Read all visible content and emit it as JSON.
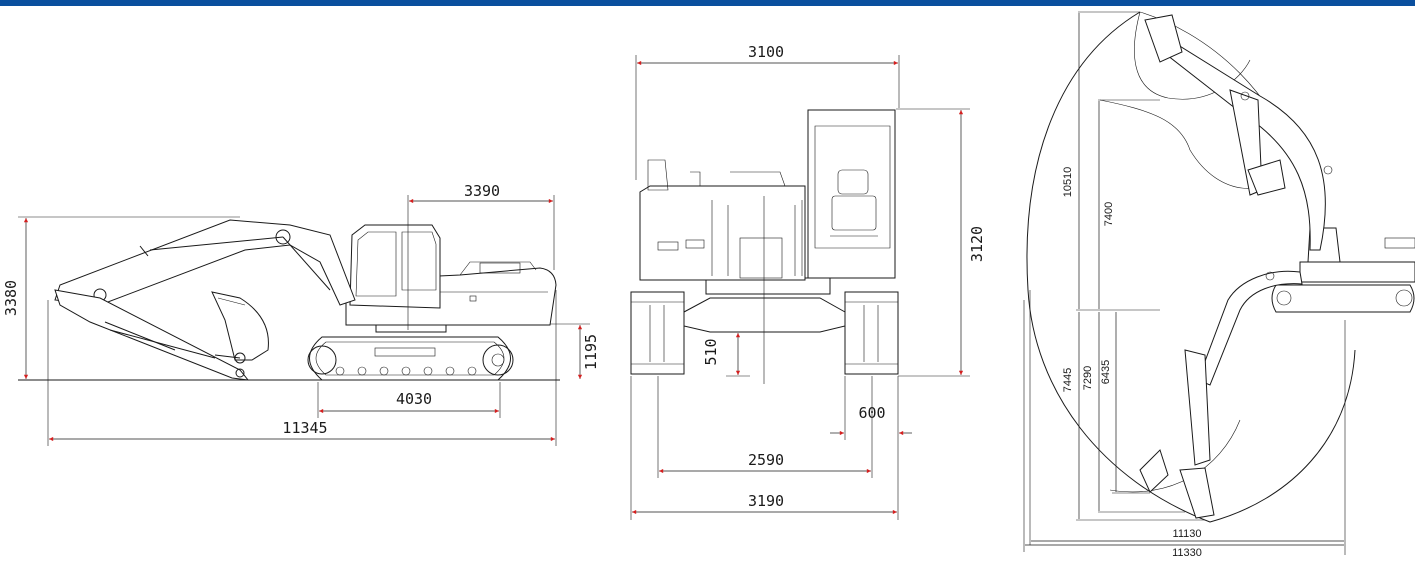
{
  "colors": {
    "top_bar": "#0a4f9e",
    "arrow": "#d42020",
    "line": "#1a1a1a"
  },
  "side_view": {
    "dims": {
      "overall_length": "11345",
      "overall_height": "3380",
      "tail_radius": "3390",
      "track_length": "4030",
      "counterweight_clearance": "1195"
    }
  },
  "front_view": {
    "dims": {
      "upper_width": "3100",
      "cab_height": "3120",
      "ground_clearance": "510",
      "shoe_width": "600",
      "track_gauge": "2590",
      "overall_width": "3190"
    }
  },
  "working_range": {
    "dims": {
      "max_cutting_height": "10510",
      "max_dumping_height": "7400",
      "max_digging_depth": "7445",
      "depth_8ft_level": "7290",
      "vertical_wall_depth": "6435",
      "max_reach_ground": "11130",
      "max_reach": "11330"
    }
  }
}
